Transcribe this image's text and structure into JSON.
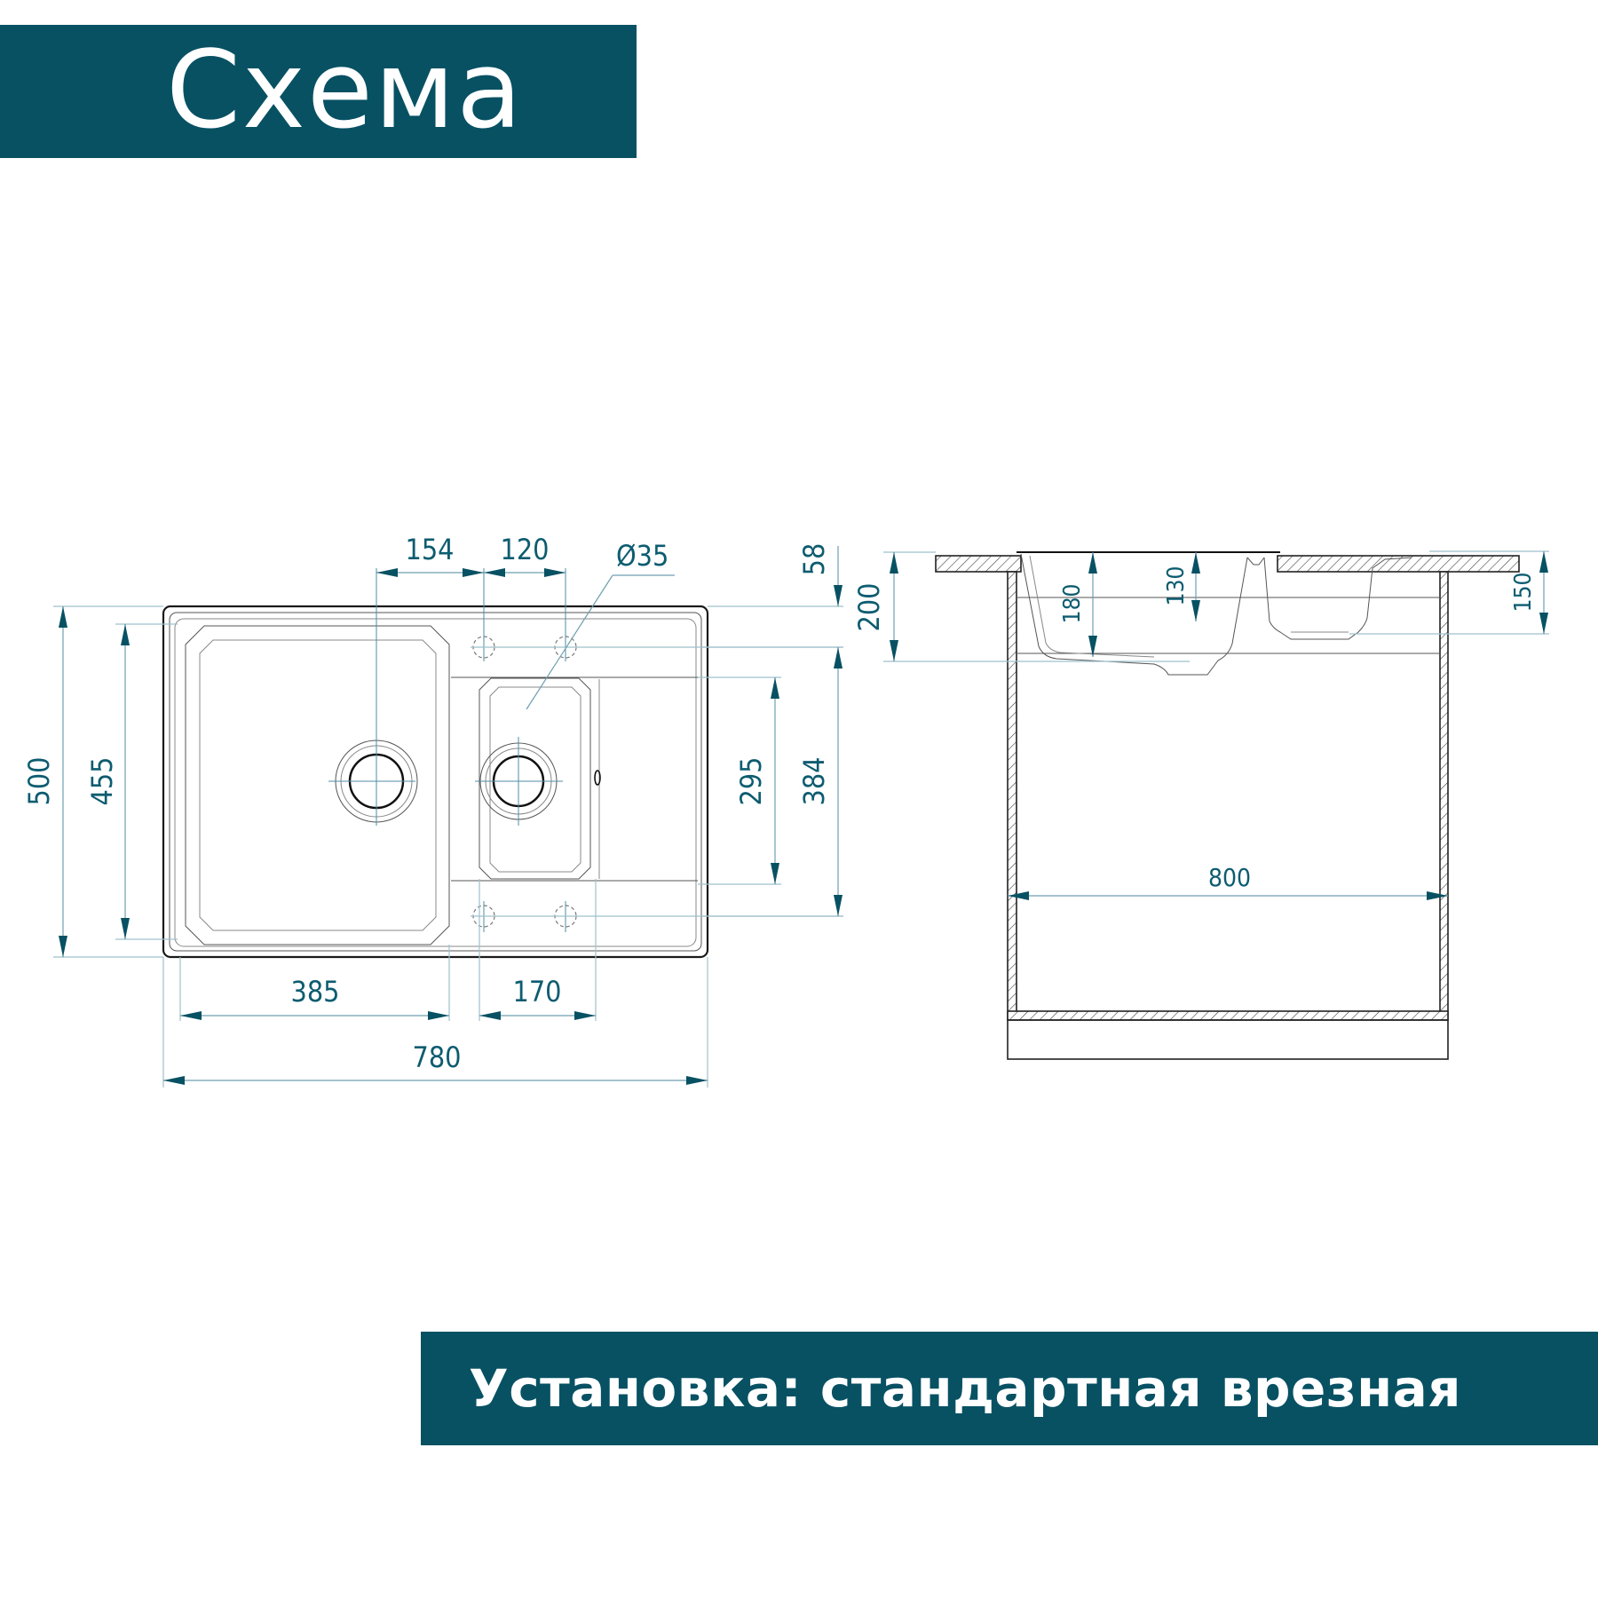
{
  "header": {
    "title": "Схема"
  },
  "footer": {
    "installation_label": "Установка: стандартная врезная"
  },
  "colors": {
    "banner_bg": "#075163",
    "banner_text": "#ffffff",
    "dimension_text": "#0d5c70",
    "dimension_line": "#6e9fb0",
    "outline": "#1a1a1a"
  },
  "top_view": {
    "dimensions": {
      "faucet_offset": "154",
      "faucet_spacing": "120",
      "hole_diameter": "Ø35",
      "hole_from_edge": "58",
      "total_depth": "500",
      "inner_depth": "455",
      "small_bowl_depth": "295",
      "drainboard_depth": "384",
      "large_bowl_width": "385",
      "small_bowl_width": "170",
      "total_width": "780"
    }
  },
  "section_view": {
    "dimensions": {
      "cabinet_height_ref": "200",
      "large_bowl_depth": "180",
      "small_bowl_depth": "130",
      "overall_depth": "150",
      "cabinet_width": "800"
    }
  }
}
